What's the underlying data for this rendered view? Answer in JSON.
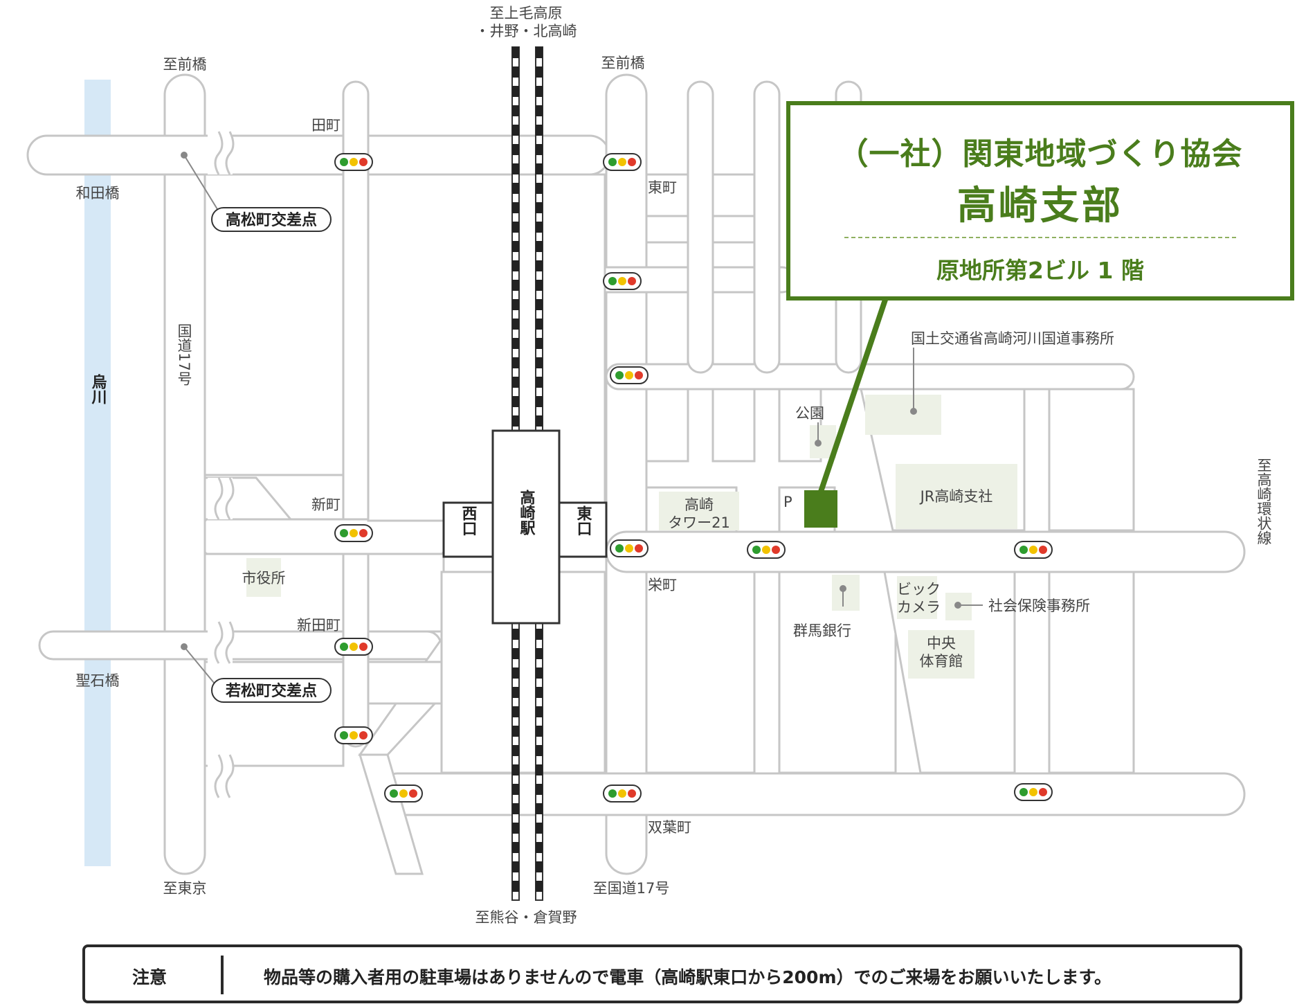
{
  "office": {
    "org": "（一社）関東地域づくり協会",
    "branch": "高崎支部",
    "floor": "原地所第2ビル 1 階"
  },
  "station": {
    "name": "高崎駅",
    "west_exit": "西口",
    "east_exit": "東口"
  },
  "directions": {
    "north_rail": [
      "至上毛高原",
      "・井野・北高崎"
    ],
    "south_rail": "至熊谷・倉賀野",
    "maebashi_west": "至前橋",
    "maebashi_east": "至前橋",
    "tokyo": "至東京",
    "route17_south": "至国道17号",
    "ring_road": "至高崎環状線"
  },
  "river": {
    "name": "烏川",
    "bridges": [
      "和田橋",
      "聖石橋"
    ]
  },
  "route17": "国道17号",
  "intersections": [
    "高松町交差点",
    "若松町交差点"
  ],
  "towns": [
    "田町",
    "新町",
    "新田町",
    "東町",
    "栄町",
    "双葉町"
  ],
  "landmarks": {
    "city_hall": "市役所",
    "tower_line1": "高崎",
    "tower_line2": "タワー21",
    "park": "公園",
    "parking": "P",
    "jr_branch": "JR高崎支社",
    "mlit_office": "国土交通省高崎河川国道事務所",
    "gunma_bank": "群馬銀行",
    "bic_line1": "ビック",
    "bic_line2": "カメラ",
    "social_insurance": "社会保険事務所",
    "gym_line1": "中央",
    "gym_line2": "体育館"
  },
  "note": {
    "label": "注意",
    "text": "物品等の購入者用の駐車場はありませんので電車（高崎駅東口から200m）でのご来場をお願いいたします。"
  },
  "colors": {
    "accent_green": "#4a7d1c",
    "river": "#d6e8f6",
    "road_edge": "#c6c6c6",
    "landmark_fill": "#edf1e6",
    "signal": [
      "#2e9c2e",
      "#f2c200",
      "#e03a2a"
    ]
  }
}
